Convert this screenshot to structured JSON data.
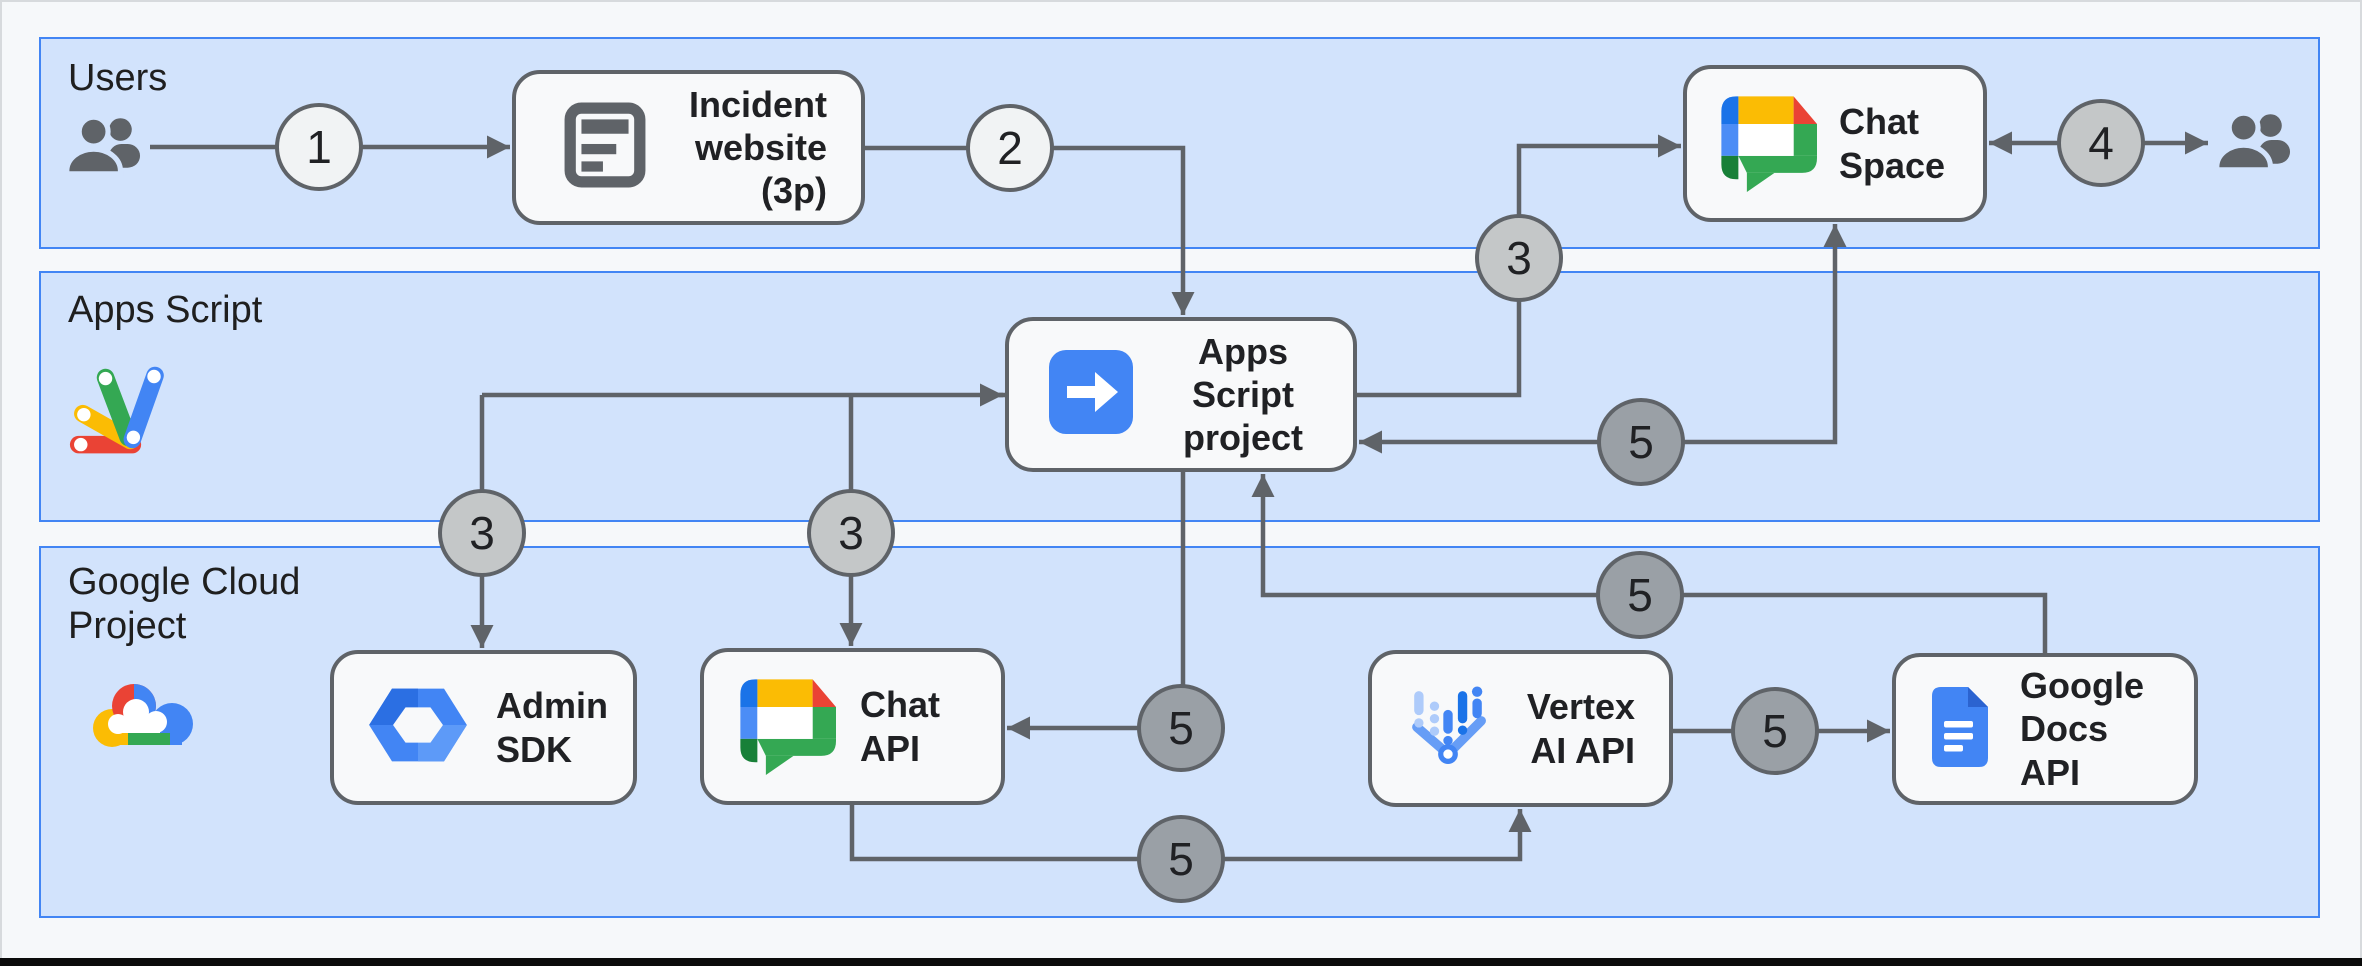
{
  "diagram": {
    "description": "Incident response architecture diagram",
    "bands": {
      "users": {
        "label": "Users"
      },
      "apps_script": {
        "label": "Apps Script"
      },
      "gcp": {
        "label": "Google Cloud\nProject"
      }
    },
    "nodes": {
      "incident": {
        "label": "Incident\nwebsite\n(3p)",
        "icon": "article-icon"
      },
      "chat_space": {
        "label": "Chat\nSpace",
        "icon": "google-chat-icon"
      },
      "apps_script_project": {
        "label": "Apps Script\nproject",
        "icon": "apps-script-project-icon"
      },
      "admin_sdk": {
        "label": "Admin\nSDK",
        "icon": "admin-sdk-icon"
      },
      "chat_api": {
        "label": "Chat\nAPI",
        "icon": "google-chat-icon"
      },
      "vertex": {
        "label": "Vertex\nAI API",
        "icon": "vertex-ai-icon"
      },
      "docs": {
        "label": "Google\nDocs API",
        "icon": "google-docs-icon"
      }
    },
    "steps": {
      "c1": "1",
      "c2": "2",
      "c3_chat_space": "3",
      "c3_admin": "3",
      "c3_chat_api": "3",
      "c4": "4",
      "c5_space_to_script": "5",
      "c5_docs_to_script": "5",
      "c5_to_chat_api": "5",
      "c5_vertex_to_docs": "5",
      "c5_chat_api_to_vertex": "5"
    },
    "icons": [
      "users-icon",
      "article-icon",
      "google-chat-icon",
      "apps-script-project-icon",
      "apps-script-logo-icon",
      "google-cloud-logo-icon",
      "admin-sdk-icon",
      "vertex-ai-icon",
      "google-docs-icon"
    ],
    "palette": {
      "band_fill": "#d2e3fc",
      "band_border": "#4285f4",
      "node_fill": "#f8f9fa",
      "node_border": "#5f6368",
      "connector": "#5f6368",
      "text": "#1f1f1f",
      "step_light": "#f1f3f4",
      "step_mid": "#c4c7c8",
      "step_dark": "#9aa0a6",
      "google_blue": "#4285f4",
      "google_red": "#ea4335",
      "google_yellow": "#fbbc04",
      "google_green": "#34a853"
    }
  }
}
